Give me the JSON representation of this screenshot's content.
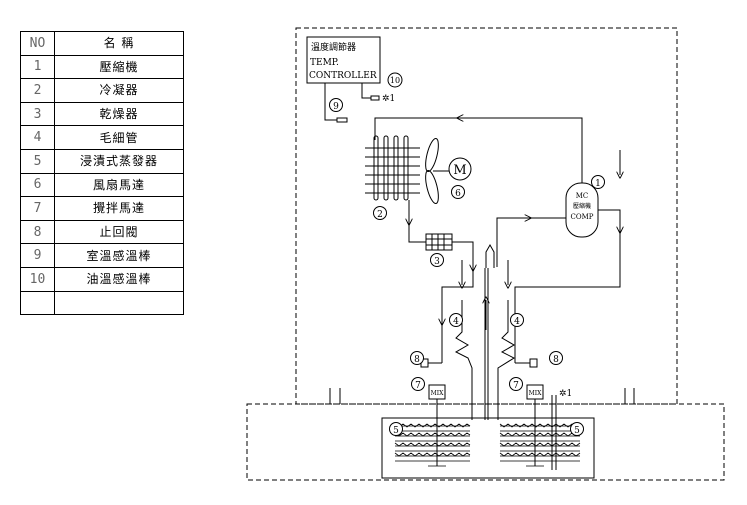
{
  "legend": {
    "header": {
      "no": "NO",
      "name": "名    稱"
    },
    "rows": [
      {
        "no": "1",
        "name": "壓縮機"
      },
      {
        "no": "2",
        "name": "冷凝器"
      },
      {
        "no": "3",
        "name": "乾燥器"
      },
      {
        "no": "4",
        "name": "毛細管"
      },
      {
        "no": "5",
        "name": "浸漬式蒸發器"
      },
      {
        "no": "6",
        "name": "風扇馬達"
      },
      {
        "no": "7",
        "name": "攪拌馬達"
      },
      {
        "no": "8",
        "name": "止回閥"
      },
      {
        "no": "9",
        "name": "室溫感溫棒"
      },
      {
        "no": "10",
        "name": "油溫感溫棒"
      },
      {
        "no": "",
        "name": ""
      }
    ]
  },
  "diagram": {
    "controller": {
      "line1": "溫度調節器",
      "line2": "TEMP.",
      "line3": "CONTROLLER"
    },
    "compressor": {
      "line1": "MC",
      "line2": "壓縮機",
      "line3": "COMP"
    },
    "fan_motor_label": "M",
    "stirrer_label": "MIX",
    "sensor_mark": "✲1",
    "callouts": {
      "c1": "1",
      "c2": "2",
      "c3": "3",
      "c4": "4",
      "c5": "5",
      "c6": "6",
      "c7": "7",
      "c8": "8",
      "c9": "9",
      "c10": "10"
    }
  }
}
